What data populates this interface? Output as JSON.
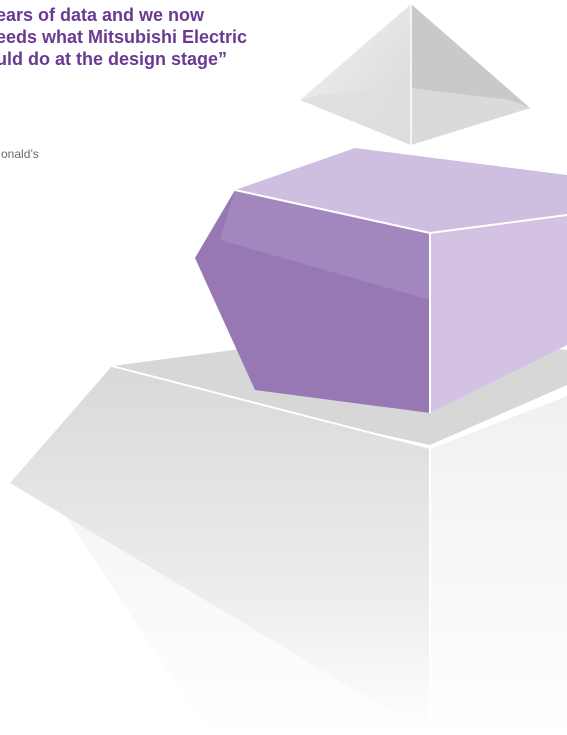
{
  "quote": {
    "lines": [
      "ears of data and we now",
      "eeds what Mitsubishi Electric",
      "uld do at the design stage”"
    ]
  },
  "attribution": {
    "text": "onald’s"
  },
  "graphic": {
    "name": "layered pyramid",
    "colors": {
      "top_tier": "#e6e6e6",
      "middle_tier": "#9b7bba",
      "middle_tier_light": "#d8cbe6",
      "base_tier": "#dcdcdc"
    }
  }
}
